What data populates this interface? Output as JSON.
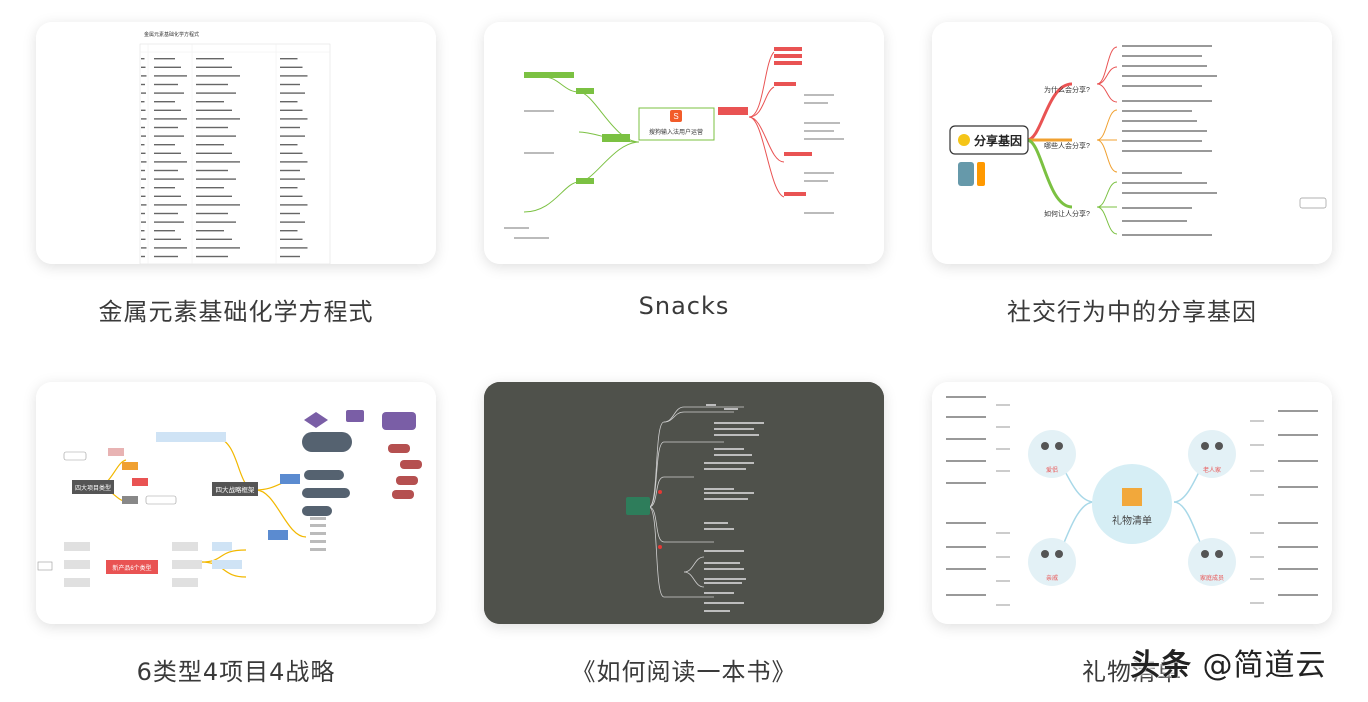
{
  "cards": [
    {
      "title": "金属元素基础化学方程式",
      "thumb_title": "金属元素基础化学方程式"
    },
    {
      "title": "Snacks",
      "thumb_title": "搜狗输入法用户运营"
    },
    {
      "title": "社交行为中的分享基因",
      "thumb_title": "分享基因"
    },
    {
      "title": "6类型4项目4战略",
      "thumb_title": "四大战略框架"
    },
    {
      "title": "《如何阅读一本书》"
    },
    {
      "title": "礼物清单",
      "thumb_title": "礼物清单"
    }
  ],
  "thumb3": {
    "q1": "为什么会分享?",
    "q2": "哪些人会分享?",
    "q3": "如何让人分享?"
  },
  "thumb4": {
    "left_root": "四大项目类型",
    "center": "四大战略框架",
    "bottom": "新产品6个类型"
  },
  "thumb6": {
    "b1": "爱侣",
    "b2": "老人家",
    "b3": "亲戚",
    "b4": "家庭成员"
  },
  "watermark": {
    "logo": "头条",
    "handle": "@简道云"
  },
  "colors": {
    "dark_card": "#4f514b",
    "accent_red": "#e95353"
  }
}
